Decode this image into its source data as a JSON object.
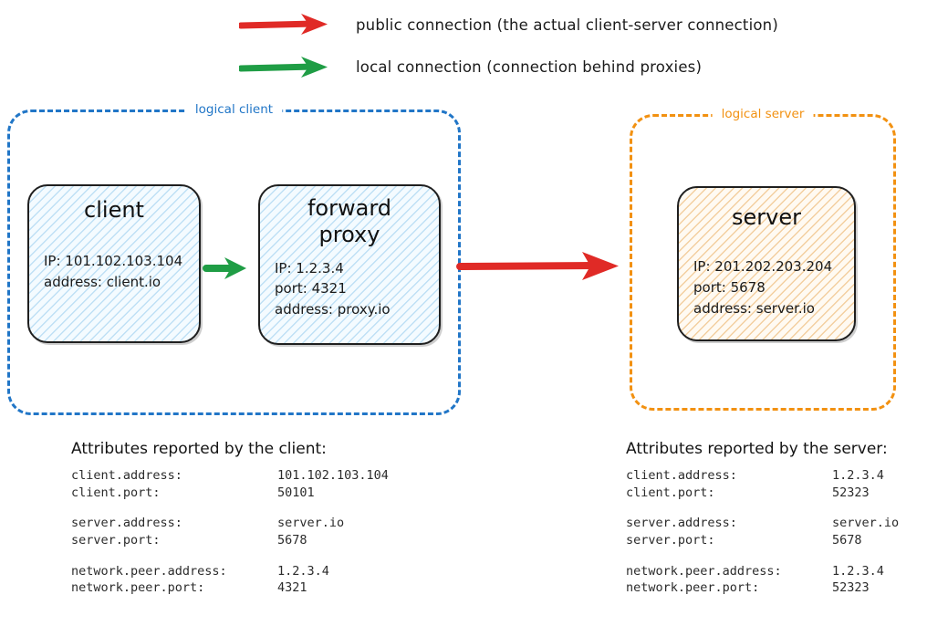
{
  "legend": [
    {
      "id": "public",
      "color": "#e02a26",
      "label": "public connection (the actual client-server connection)"
    },
    {
      "id": "local",
      "color": "#1f9d45",
      "label": "local connection (connection behind proxies)"
    }
  ],
  "logical_groups": {
    "client": {
      "label": "logical client",
      "color": "#2176c7"
    },
    "server": {
      "label": "logical server",
      "color": "#f29111"
    }
  },
  "nodes": {
    "client": {
      "title": "client",
      "props": [
        "IP: 101.102.103.104",
        "address: client.io"
      ]
    },
    "proxy": {
      "title": "forward\nproxy",
      "title_line1": "forward",
      "title_line2": "proxy",
      "props": [
        "IP: 1.2.3.4",
        "port: 4321",
        "address: proxy.io"
      ]
    },
    "server": {
      "title": "server",
      "props": [
        "IP: 201.202.203.204",
        "port: 5678",
        "address: server.io"
      ]
    }
  },
  "connections": [
    {
      "id": "client-to-proxy",
      "type": "local",
      "color": "#1f9d45"
    },
    {
      "id": "proxy-to-server",
      "type": "public",
      "color": "#e02a26"
    }
  ],
  "attributes_client": {
    "title": "Attributes reported by the client:",
    "rows": [
      {
        "key": "client.address:",
        "value": "101.102.103.104"
      },
      {
        "key": "client.port:",
        "value": "50101"
      },
      {
        "spacer": true
      },
      {
        "key": "server.address:",
        "value": "server.io"
      },
      {
        "key": "server.port:",
        "value": "5678"
      },
      {
        "spacer": true
      },
      {
        "key": "network.peer.address:",
        "value": "1.2.3.4"
      },
      {
        "key": "network.peer.port:",
        "value": "4321"
      }
    ]
  },
  "attributes_server": {
    "title": "Attributes reported by the server:",
    "rows": [
      {
        "key": "client.address:",
        "value": "1.2.3.4"
      },
      {
        "key": "client.port:",
        "value": "52323"
      },
      {
        "spacer": true
      },
      {
        "key": "server.address:",
        "value": "server.io"
      },
      {
        "key": "server.port:",
        "value": "5678"
      },
      {
        "spacer": true
      },
      {
        "key": "network.peer.address:",
        "value": "1.2.3.4"
      },
      {
        "key": "network.peer.port:",
        "value": "52323"
      }
    ]
  }
}
